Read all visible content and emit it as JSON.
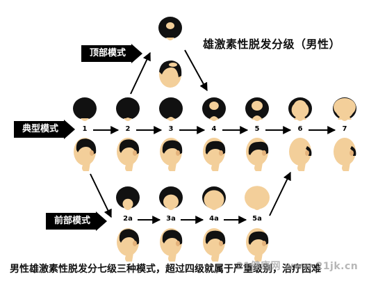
{
  "title": "雄激素性脱发分级（男性）",
  "caption": "男性雄激素性脱发分七级三种模式，超过四级就属于严重级别，治疗困难",
  "watermark": "21健康网 www.21jk.cn",
  "modes": {
    "vertex": "顶部模式",
    "typical": "典型模式",
    "frontal": "前部模式"
  },
  "typical_stages": [
    "1",
    "2",
    "3",
    "4",
    "5",
    "6",
    "7"
  ],
  "frontal_stages": [
    "2a",
    "3a",
    "4a",
    "5a"
  ],
  "colors": {
    "skin": "#f3cf9a",
    "hair": "#111111",
    "ink": "#000000"
  }
}
